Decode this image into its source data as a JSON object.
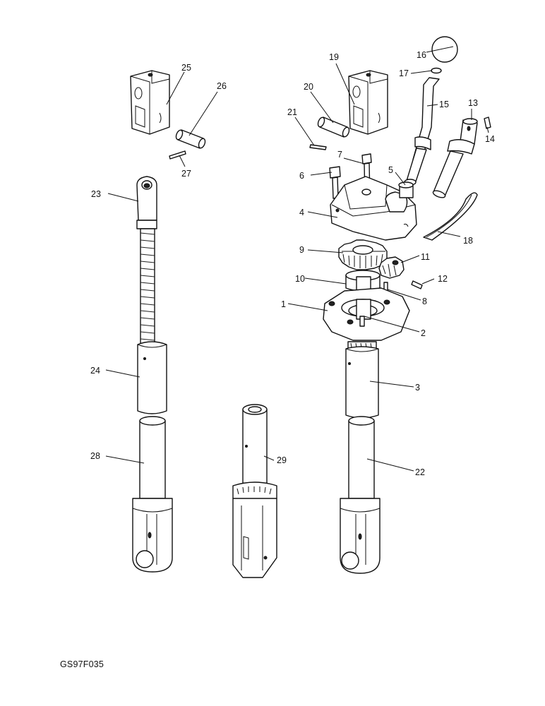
{
  "diagram": {
    "reference_code": "GS97F035",
    "callouts": [
      {
        "id": "c1",
        "label": "1"
      },
      {
        "id": "c2",
        "label": "2"
      },
      {
        "id": "c3",
        "label": "3"
      },
      {
        "id": "c4",
        "label": "4"
      },
      {
        "id": "c5",
        "label": "5"
      },
      {
        "id": "c6",
        "label": "6"
      },
      {
        "id": "c7",
        "label": "7"
      },
      {
        "id": "c8",
        "label": "8"
      },
      {
        "id": "c9",
        "label": "9"
      },
      {
        "id": "c10",
        "label": "10"
      },
      {
        "id": "c11",
        "label": "11"
      },
      {
        "id": "c12",
        "label": "12"
      },
      {
        "id": "c13",
        "label": "13"
      },
      {
        "id": "c14",
        "label": "14"
      },
      {
        "id": "c15",
        "label": "15"
      },
      {
        "id": "c16",
        "label": "16"
      },
      {
        "id": "c17",
        "label": "17"
      },
      {
        "id": "c18",
        "label": "18"
      },
      {
        "id": "c19",
        "label": "19"
      },
      {
        "id": "c20",
        "label": "20"
      },
      {
        "id": "c21",
        "label": "21"
      },
      {
        "id": "c22",
        "label": "22"
      },
      {
        "id": "c23",
        "label": "23"
      },
      {
        "id": "c24",
        "label": "24"
      },
      {
        "id": "c25",
        "label": "25"
      },
      {
        "id": "c26",
        "label": "26"
      },
      {
        "id": "c27",
        "label": "27"
      },
      {
        "id": "c28",
        "label": "28"
      },
      {
        "id": "c29",
        "label": "29"
      }
    ]
  }
}
